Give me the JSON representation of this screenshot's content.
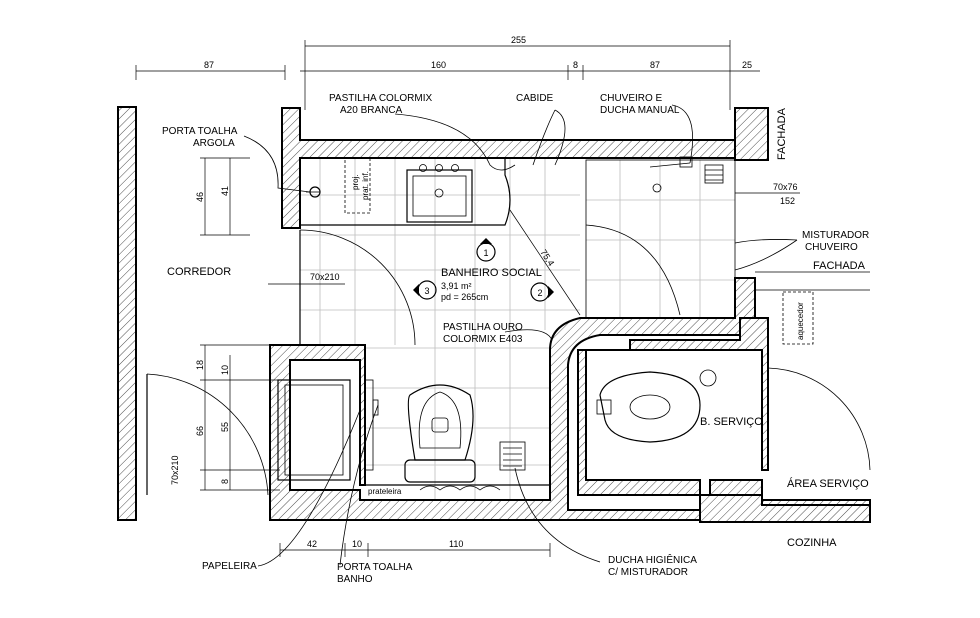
{
  "room": {
    "name": "BANHEIRO SOCIAL",
    "area": "3,91 m²",
    "height": "pd = 265cm"
  },
  "spaces": {
    "corredor": "CORREDOR",
    "servico_bath": "B. SERVIÇO",
    "area_servico": "ÁREA SERVIÇO",
    "cozinha": "COZINHA",
    "fachada_right": "FACHADA",
    "fachada_mid": "FACHADA"
  },
  "callouts": {
    "pastilha_colormix_1": "PASTILHA COLORMIX",
    "pastilha_colormix_2": "A20 BRANCA",
    "cabide": "CABIDE",
    "chuveiro_1": "CHUVEIRO E",
    "chuveiro_2": "DUCHA MANUAL",
    "porta_toalha_1": "PORTA TOALHA",
    "porta_toalha_2": "ARGOLA",
    "misturador_1": "MISTURADOR",
    "misturador_2": "CHUVEIRO",
    "pastilha_ouro_1": "PASTILHA OURO",
    "pastilha_ouro_2": "COLORMIX E403",
    "papeleira": "PAPELEIRA",
    "porta_banho_1": "PORTA TOALHA",
    "porta_banho_2": "BANHO",
    "ducha_1": "DUCHA HIGIÊNICA",
    "ducha_2": "C/ MISTURADOR"
  },
  "small_labels": {
    "prateleira": "prateleira",
    "prat_vertical_1": "proj.",
    "prat_vertical_2": "prat. inf.",
    "aquecedor": "aquecedor",
    "window_size": "70x76",
    "window_sill": "152",
    "door_main": "70x210",
    "door_corridor": "70x210"
  },
  "section_markers": [
    "1",
    "2",
    "3"
  ],
  "dimensions": {
    "top_total": "255",
    "top_left": "87",
    "top_a": "160",
    "top_b": "8",
    "top_c": "87",
    "top_d": "25",
    "left_46": "46",
    "left_41": "41",
    "left_18": "18",
    "left_10": "10",
    "left_66": "66",
    "left_55": "55",
    "left_8": "8",
    "bottom_42": "42",
    "bottom_10": "10",
    "bottom_110": "110",
    "diag": "75,4"
  }
}
